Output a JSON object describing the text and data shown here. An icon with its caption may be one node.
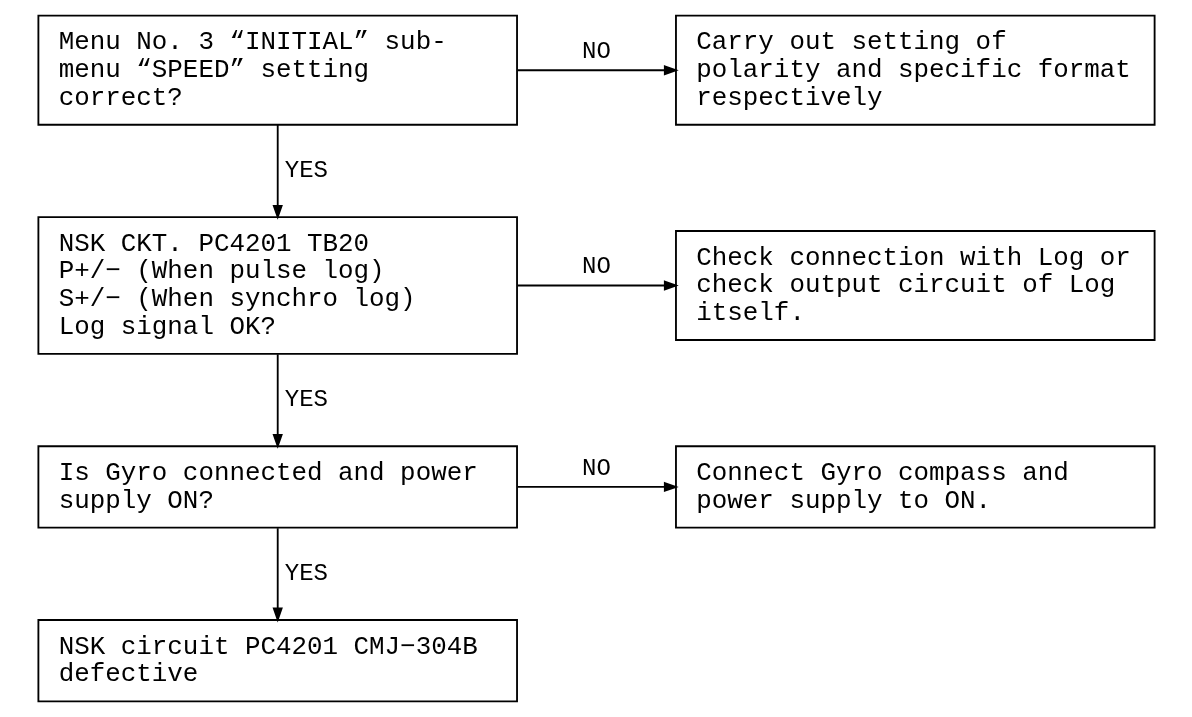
{
  "diagram": {
    "nodes": [
      {
        "text": [
          "Menu No. 3 “INITIAL” sub-menu “SPEED” setting correct?"
        ]
      },
      {
        "text": [
          "Carry out setting of polarity and specific format respectively"
        ]
      },
      {
        "text": [
          "NSK CKT. PC4201 TB20",
          "P+/− (When pulse log)",
          "S+/− (When synchro log)",
          "Log signal OK?"
        ]
      },
      {
        "text": [
          "Check connection with Log or check output circuit of Log itself."
        ]
      },
      {
        "text": [
          "Is Gyro connected and power supply ON?"
        ]
      },
      {
        "text": [
          "Connect Gyro compass and power supply to ON."
        ]
      },
      {
        "text": [
          "NSK circuit PC4201 CMJ−304B defective"
        ]
      }
    ],
    "edges": [
      {
        "from": 0,
        "to": 1,
        "arrow": "to",
        "label": "NO"
      },
      {
        "from": 0,
        "to": 2,
        "arrow": "to",
        "label": "YES"
      },
      {
        "from": 2,
        "to": 3,
        "arrow": "to",
        "label": "NO"
      },
      {
        "from": 2,
        "to": 4,
        "arrow": "to",
        "label": "YES"
      },
      {
        "from": 4,
        "to": 5,
        "arrow": "to",
        "label": "NO"
      },
      {
        "from": 4,
        "to": 6,
        "arrow": "to",
        "label": "YES"
      }
    ]
  }
}
